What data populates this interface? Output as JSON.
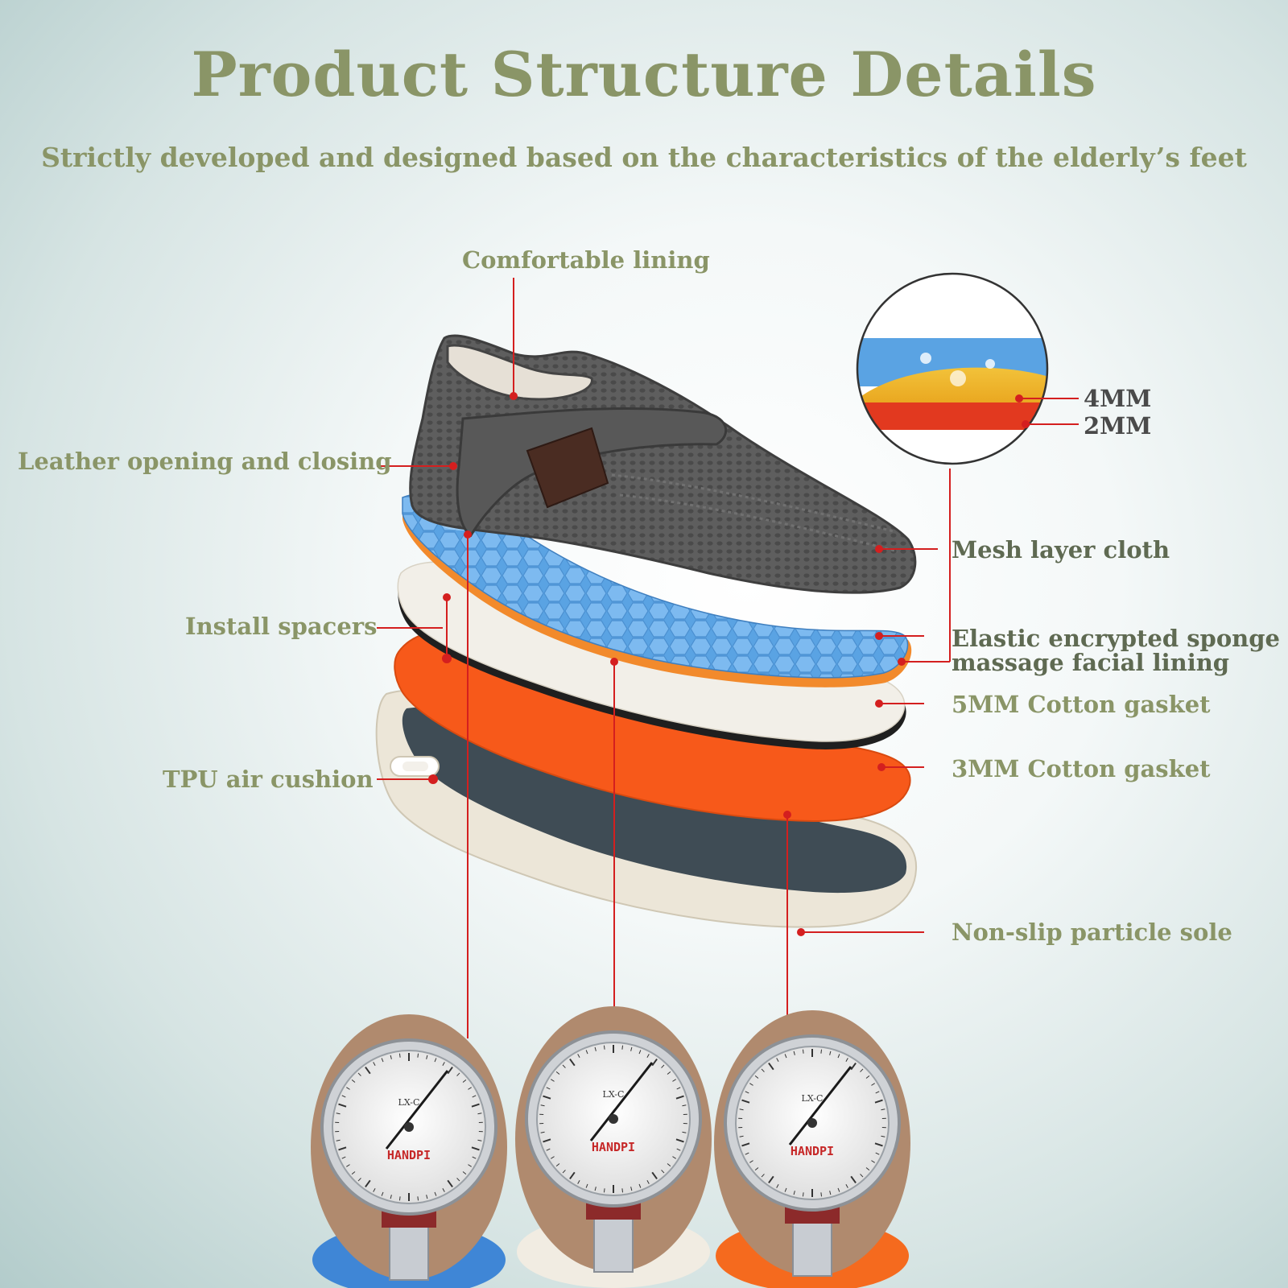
{
  "header": {
    "title": "Product Structure Details",
    "subtitle": "Strictly developed and designed based on the characteristics of the elderly’s feet"
  },
  "labels": {
    "comfortable_lining": "Comfortable lining",
    "leather_opening": "Leather opening and closing",
    "install_spacers": "Install spacers",
    "tpu_air_cushion": "TPU air cushion",
    "mesh_layer_cloth": "Mesh layer cloth",
    "elastic_sponge_line1": "Elastic encrypted sponge",
    "elastic_sponge_line2": "massage facial lining",
    "cotton_5mm": "5MM Cotton gasket",
    "cotton_3mm": "3MM Cotton gasket",
    "non_slip_sole": "Non-slip particle sole"
  },
  "inset": {
    "thickness_top": "4MM",
    "thickness_bottom": "2MM"
  },
  "gauges": [
    {
      "model": "LX-C",
      "brand": "HANDPI"
    },
    {
      "model": "LX-C",
      "brand": "HANDPI"
    },
    {
      "model": "LX-C",
      "brand": "HANDPI"
    }
  ],
  "colors": {
    "text": "#8a9567",
    "leader": "#d41f1f",
    "mesh": "#5c5c5c",
    "insole_blue": "#5aa3e3",
    "gasket_white": "#f2efe8",
    "gasket_orange": "#f7591a",
    "sole_dark": "#3f4c55"
  }
}
